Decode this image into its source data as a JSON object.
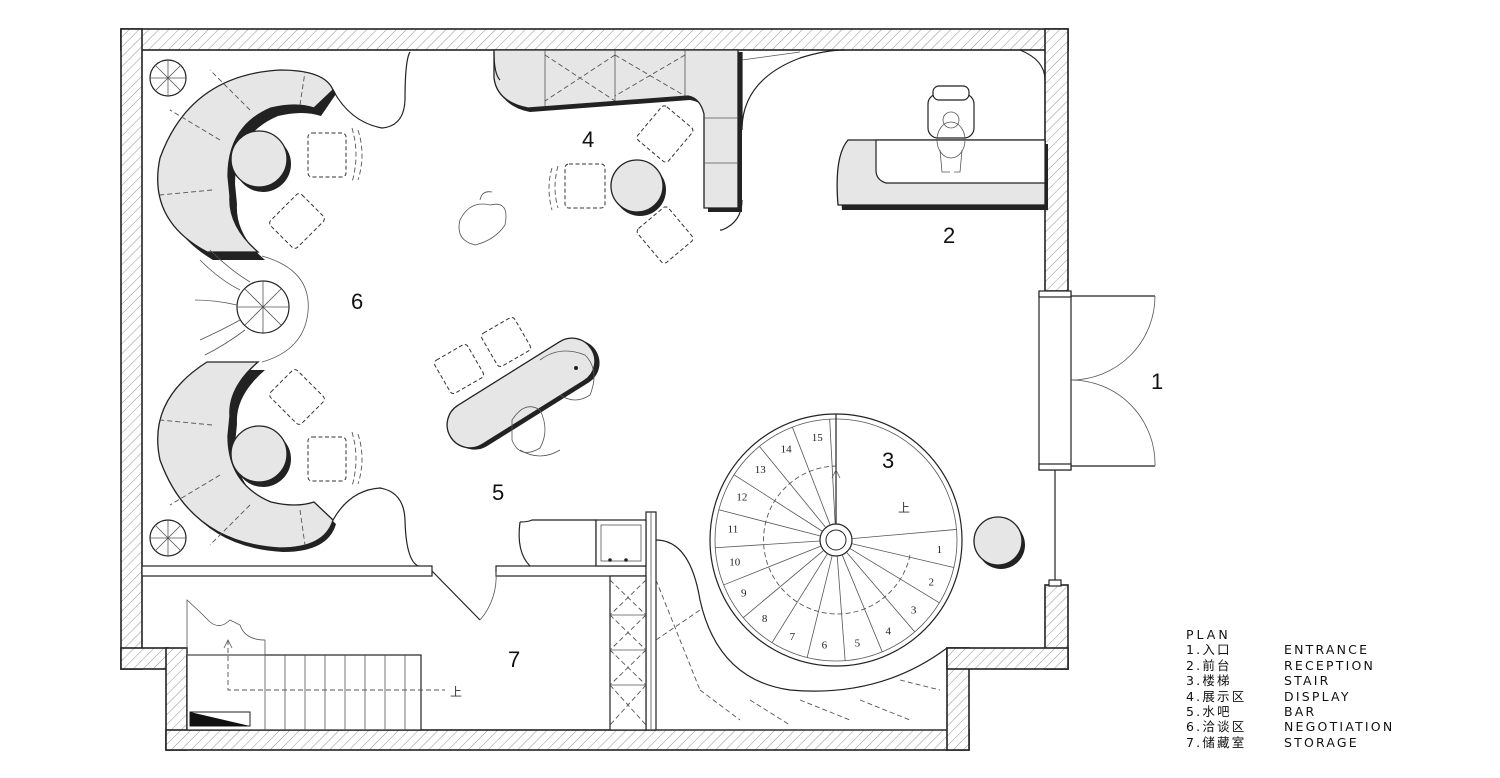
{
  "room_labels": {
    "entrance": "1",
    "reception": "2",
    "stair": "3",
    "display": "4",
    "bar": "5",
    "negotiation": "6",
    "storage": "7"
  },
  "stair_step_numbers": [
    "1",
    "2",
    "3",
    "4",
    "5",
    "6",
    "7",
    "8",
    "9",
    "10",
    "11",
    "12",
    "13",
    "14",
    "15"
  ],
  "up_marks": {
    "stair": "上",
    "storage": "上"
  },
  "legend": {
    "title": "PLAN",
    "items": [
      {
        "zh": "1.入口",
        "en": "ENTRANCE"
      },
      {
        "zh": "2.前台",
        "en": "RECEPTION"
      },
      {
        "zh": "3.楼梯",
        "en": "STAIR"
      },
      {
        "zh": "4.展示区",
        "en": "DISPLAY"
      },
      {
        "zh": "5.水吧",
        "en": "BAR"
      },
      {
        "zh": "6.洽谈区",
        "en": "NEGOTIATION"
      },
      {
        "zh": "7.储藏室",
        "en": "STORAGE"
      }
    ]
  },
  "colors": {
    "line": "#222222",
    "furniture_fill": "#e6e6e6",
    "background": "#ffffff"
  }
}
